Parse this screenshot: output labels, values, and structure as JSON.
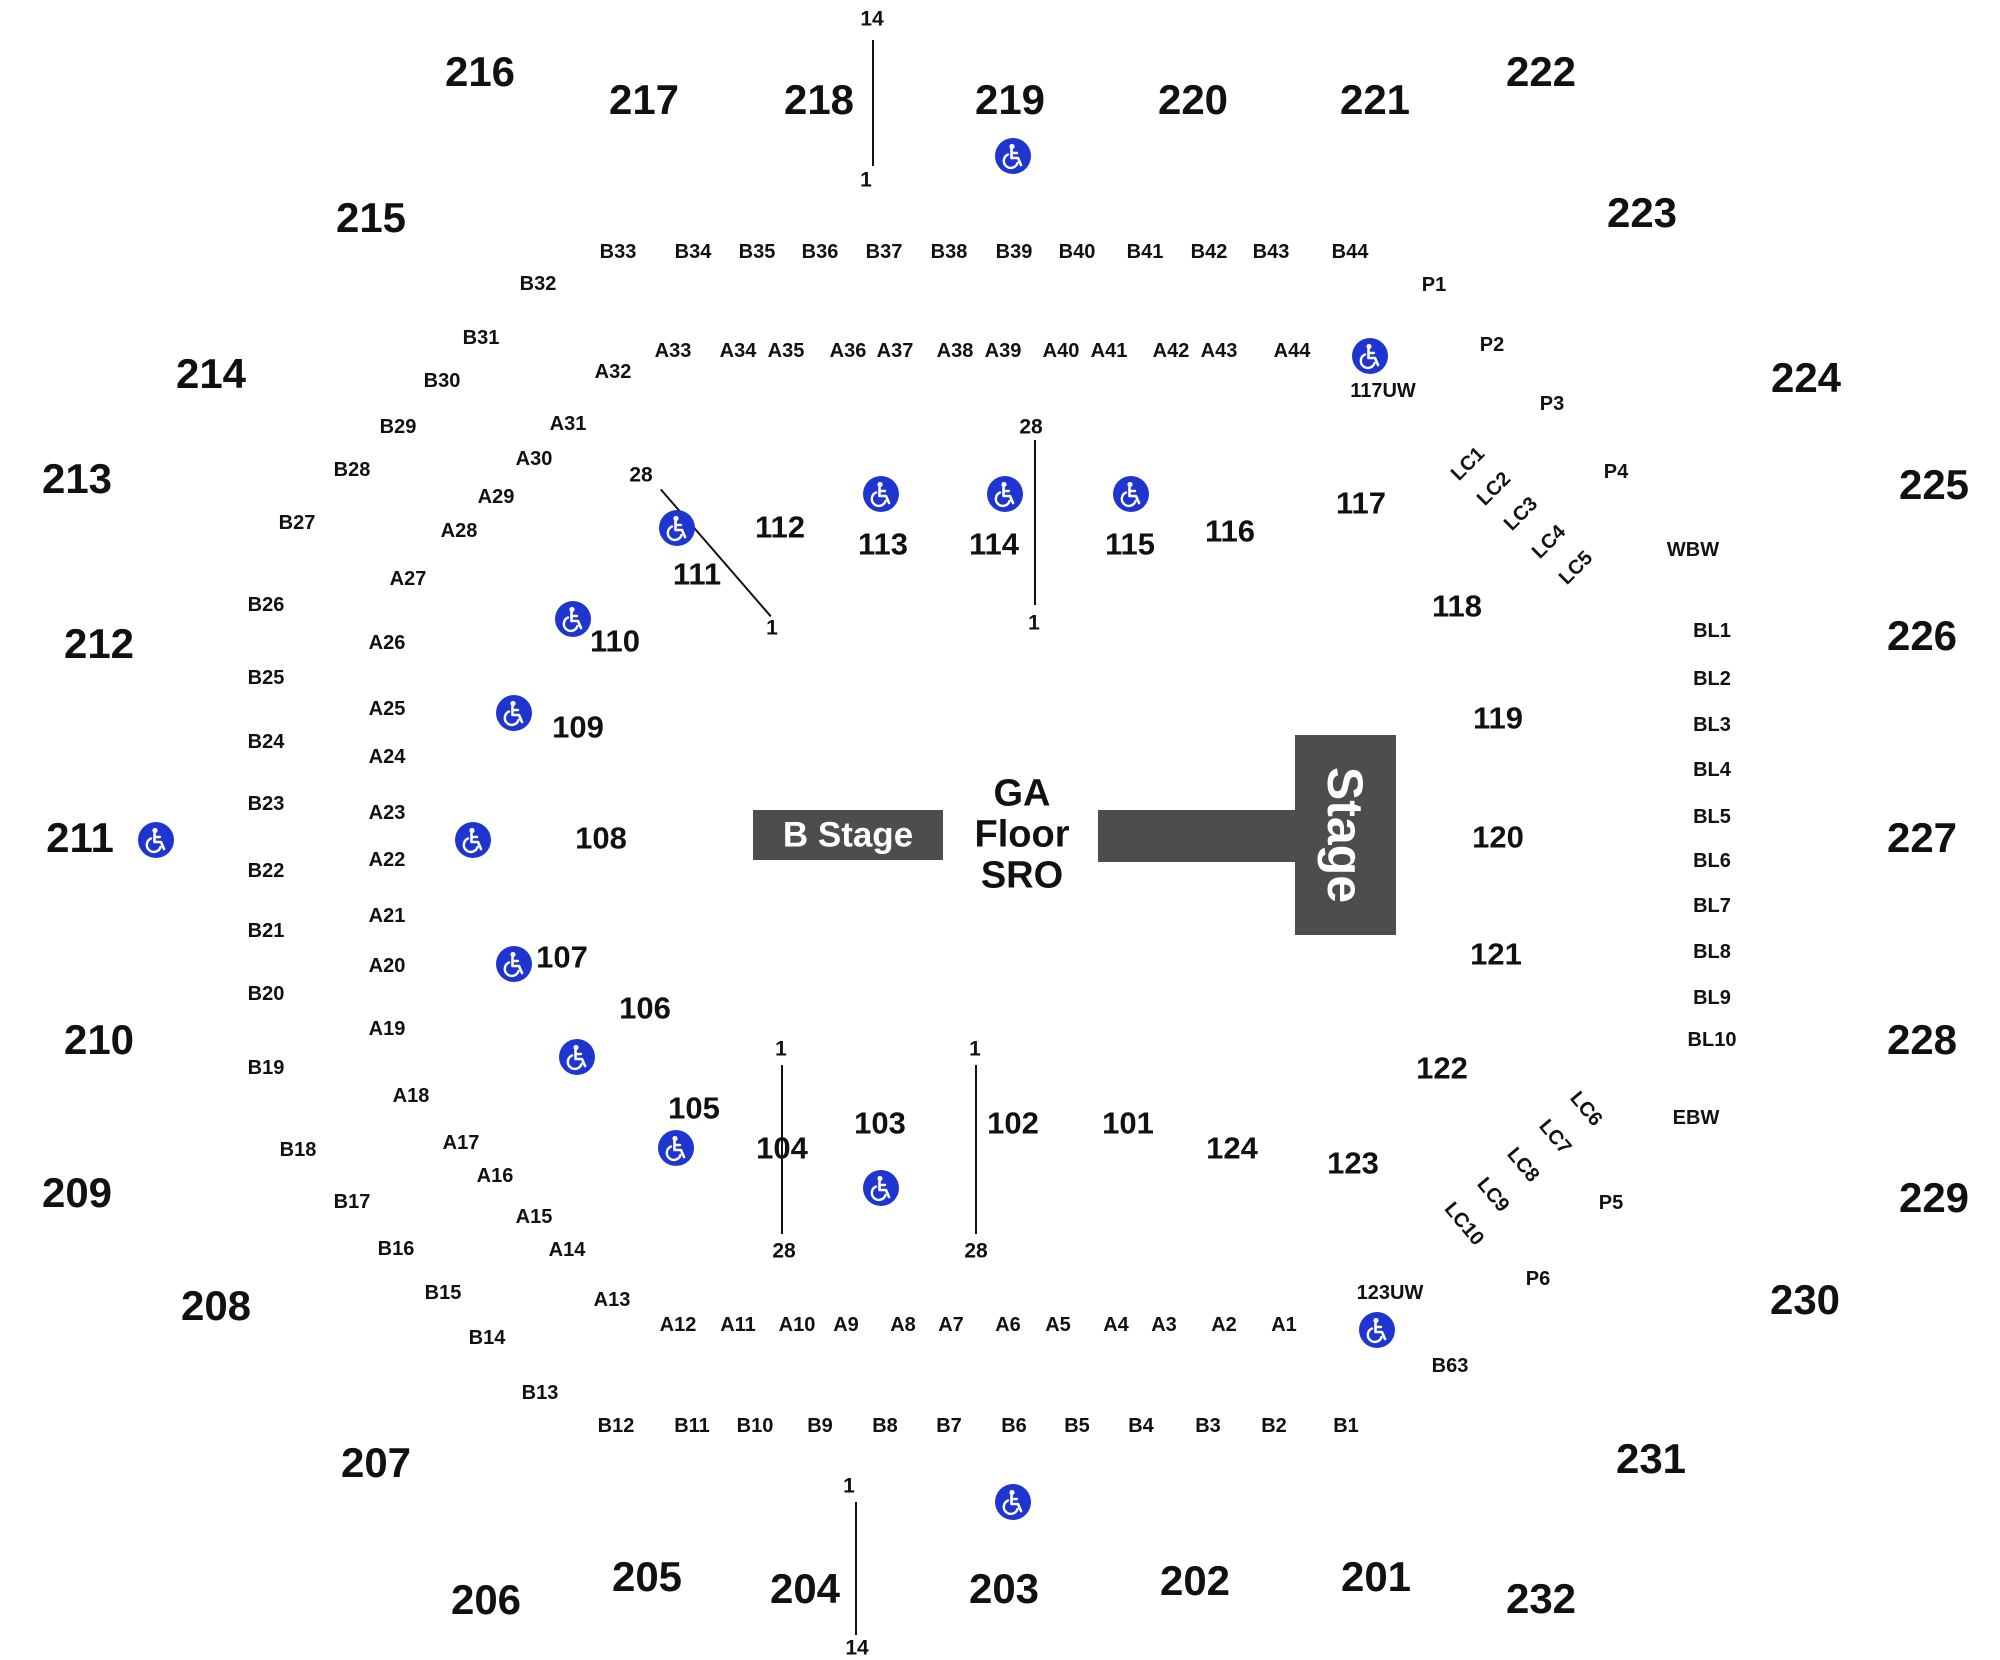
{
  "map": {
    "stage_label": "Stage",
    "bstage_label": "B Stage",
    "floor_label": [
      "GA",
      "Floor",
      "SRO"
    ],
    "colors": {
      "stage": "#4d4d4d",
      "accessible": "#1f35d0",
      "text": "#111111"
    },
    "upper_sections": [
      "216",
      "217",
      "218",
      "219",
      "220",
      "221",
      "222",
      "215",
      "223",
      "214",
      "224",
      "213",
      "225",
      "212",
      "226",
      "211",
      "227",
      "210",
      "228",
      "209",
      "229",
      "208",
      "230",
      "207",
      "231",
      "206",
      "205",
      "204",
      "203",
      "202",
      "201",
      "232"
    ],
    "lower_sections": [
      "111",
      "112",
      "113",
      "114",
      "115",
      "116",
      "117",
      "118",
      "110",
      "109",
      "108",
      "107",
      "106",
      "105",
      "104",
      "103",
      "102",
      "101",
      "124",
      "123",
      "122",
      "121",
      "120",
      "119"
    ],
    "upper_boxes": [
      "B33",
      "B34",
      "B35",
      "B36",
      "B37",
      "B38",
      "B39",
      "B40",
      "B41",
      "B42",
      "B43",
      "B44",
      "B32",
      "B31",
      "B30",
      "B29",
      "B28",
      "B27",
      "B26",
      "B25",
      "B24",
      "B23",
      "B22",
      "B21",
      "B20",
      "B19",
      "B18",
      "B17",
      "B16",
      "B15",
      "B14",
      "B13",
      "B12",
      "B11",
      "B10",
      "B9",
      "B8",
      "B7",
      "B6",
      "B5",
      "B4",
      "B3",
      "B2",
      "B1",
      "B63"
    ],
    "lower_boxes": [
      "A33",
      "A34",
      "A35",
      "A36",
      "A37",
      "A38",
      "A39",
      "A40",
      "A41",
      "A42",
      "A43",
      "A44",
      "A32",
      "A31",
      "A30",
      "A29",
      "A28",
      "A27",
      "A26",
      "A25",
      "A24",
      "A23",
      "A22",
      "A21",
      "A20",
      "A19",
      "A18",
      "A17",
      "A16",
      "A15",
      "A14",
      "A13",
      "A12",
      "A11",
      "A10",
      "A9",
      "A8",
      "A7",
      "A6",
      "A5",
      "A4",
      "A3",
      "A2",
      "A1"
    ],
    "suites": [
      "P1",
      "P2",
      "P3",
      "P4",
      "P5",
      "P6",
      "WBW",
      "EBW",
      "117UW",
      "123UW"
    ],
    "bunker_loges": [
      "BL1",
      "BL2",
      "BL3",
      "BL4",
      "BL5",
      "BL6",
      "BL7",
      "BL8",
      "BL9",
      "BL10"
    ],
    "loge_club": [
      "LC1",
      "LC2",
      "LC3",
      "LC4",
      "LC5",
      "LC6",
      "LC7",
      "LC8",
      "LC9",
      "LC10"
    ],
    "row_markers": [
      "14",
      "1",
      "28",
      "1",
      "28",
      "1",
      "1",
      "1",
      "28",
      "28",
      "1",
      "14"
    ],
    "accessible_icon": "wheelchair-icon"
  }
}
